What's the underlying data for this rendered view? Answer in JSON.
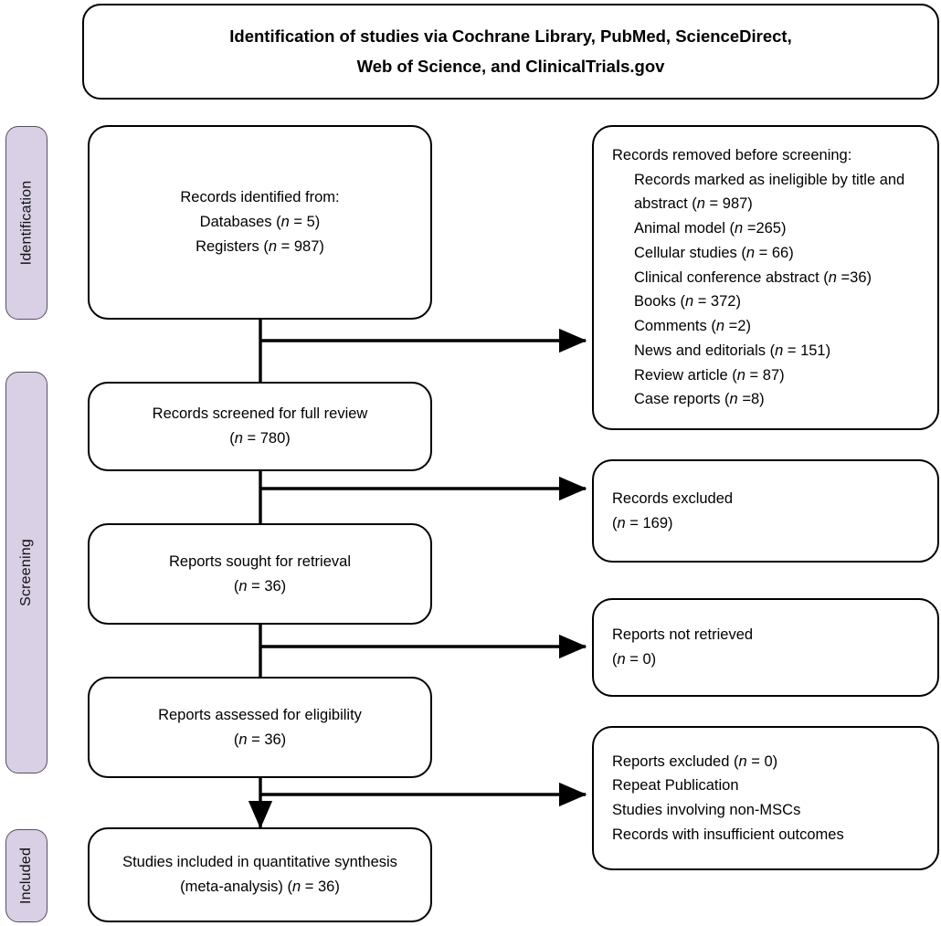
{
  "figure": {
    "type": "prisma-flow-diagram",
    "title_box": {
      "lines": [
        "Identification of studies via Cochrane Library, PubMed, ScienceDirect,",
        "Web of Science, and ClinicalTrials.gov"
      ]
    },
    "colors": {
      "stage_fill": "#D9D0E6",
      "stage_border": "#56505C",
      "box_border": "#000000",
      "background": "#FFFFFF",
      "text": "#000000"
    },
    "stages": [
      {
        "label": "Identification"
      },
      {
        "label": "Screening"
      },
      {
        "label": "Included"
      }
    ],
    "flow_boxes": [
      {
        "name": "records-identified",
        "lines": [
          "Records identified from:",
          "Databases (n = 5)",
          "Registers (n = 987)"
        ]
      },
      {
        "name": "records-screened",
        "lines": [
          "Records screened for full review",
          "(n = 780)"
        ]
      },
      {
        "name": "reports-sought",
        "lines": [
          "Reports sought for retrieval",
          "(n = 36)"
        ]
      },
      {
        "name": "reports-assessed",
        "lines": [
          "Reports assessed for eligibility",
          "(n = 36)"
        ]
      },
      {
        "name": "studies-included",
        "lines": [
          "Studies included in quantitative synthesis",
          "(meta-analysis) (n = 36)"
        ]
      }
    ],
    "exclusion_boxes": [
      {
        "name": "records-removed",
        "heading": "Records removed before screening:",
        "items": [
          "Records marked as ineligible by title and",
          "abstract (n = 987)",
          "Animal model (n =265)",
          "Cellular studies (n = 66)",
          "Clinical conference abstract (n =36)",
          "Books (n = 372)",
          "Comments (n =2)",
          "News and editorials (n = 151)",
          "Review article (n = 87)",
          "Case reports (n =8)"
        ]
      },
      {
        "name": "records-excluded",
        "lines": [
          "Records excluded",
          "(n = 169)"
        ]
      },
      {
        "name": "reports-not-retrieved",
        "lines": [
          "Reports not retrieved",
          "(n = 0)"
        ]
      },
      {
        "name": "reports-excluded",
        "lines": [
          "Reports excluded (n = 0)",
          "Repeat Publication",
          "Studies involving non-MSCs",
          "Records with insufficient outcomes"
        ]
      }
    ]
  }
}
